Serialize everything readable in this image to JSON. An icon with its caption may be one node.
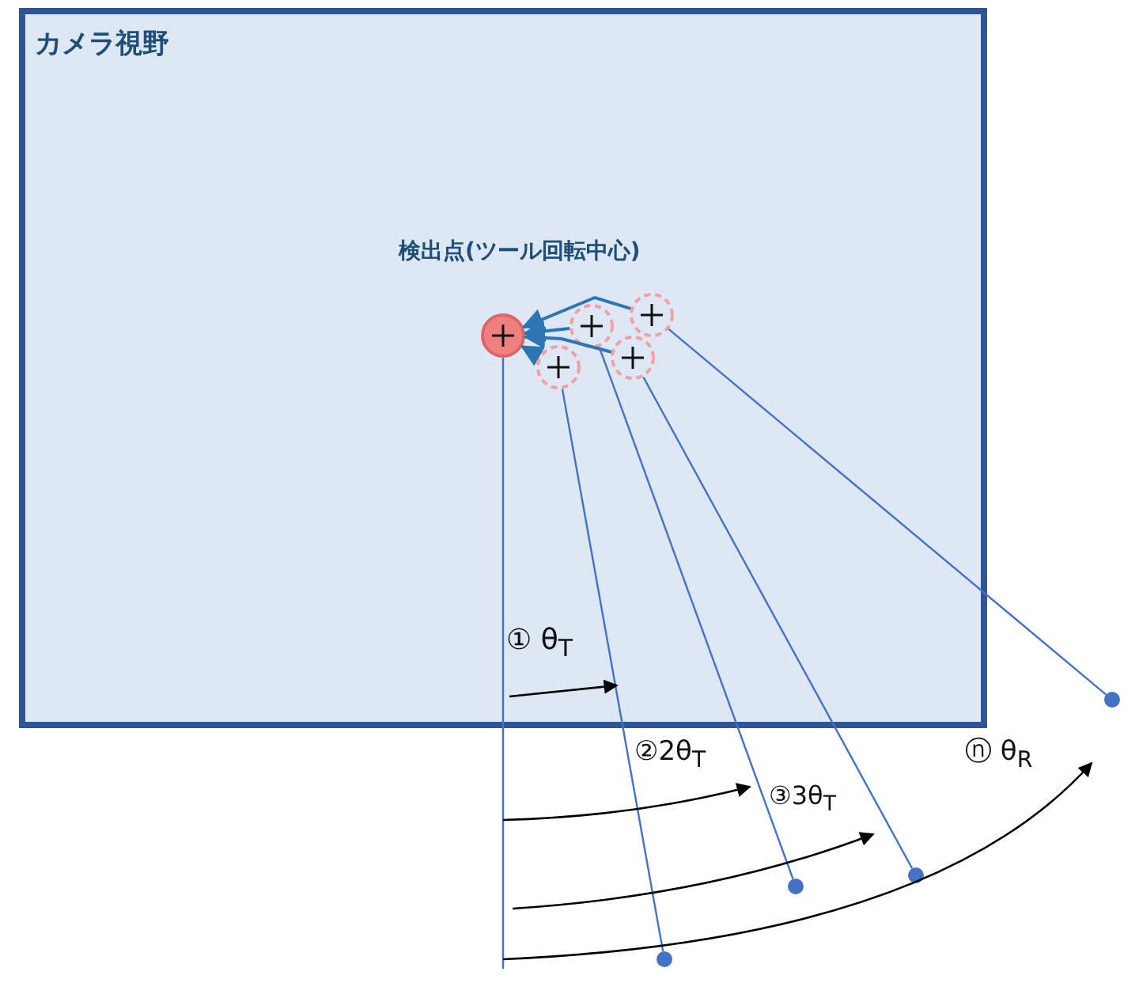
{
  "diagram": {
    "nodes": [
      {
        "text": [
          "カメラ視野"
        ]
      },
      {
        "text": [],
        "shape": "circle",
        "in": 0
      },
      {
        "text": [],
        "shape": "circle",
        "in": 0
      },
      {
        "text": [],
        "shape": "circle",
        "in": 0
      },
      {
        "text": [],
        "shape": "circle",
        "in": 0
      },
      {
        "text": [],
        "shape": "circle",
        "in": 0
      },
      {
        "text": [],
        "shape": "circle"
      },
      {
        "text": [],
        "shape": "circle"
      },
      {
        "text": [],
        "shape": "circle"
      },
      {
        "text": [],
        "shape": "circle"
      }
    ],
    "edges": [
      {
        "from": 2,
        "to": 1,
        "arrow": "to"
      },
      {
        "from": 3,
        "to": 1,
        "arrow": "to"
      },
      {
        "from": 4,
        "to": 1,
        "arrow": "to"
      },
      {
        "from": 5,
        "to": 1,
        "arrow": "to"
      },
      {
        "from": 2,
        "to": 6,
        "arrow": "none"
      },
      {
        "from": 3,
        "to": 7,
        "arrow": "none"
      },
      {
        "from": 4,
        "to": 8,
        "arrow": "none"
      },
      {
        "from": 5,
        "to": 9,
        "arrow": "none"
      },
      {
        "from": 1,
        "to": null,
        "arrow": "none"
      }
    ],
    "labels": [
      "検出点(ツール回転中心)",
      "① θ$_{T}$",
      "②2θ$_{T}$",
      "③3θ$_{T}$",
      "ⓝ θ$_{R}$"
    ]
  }
}
